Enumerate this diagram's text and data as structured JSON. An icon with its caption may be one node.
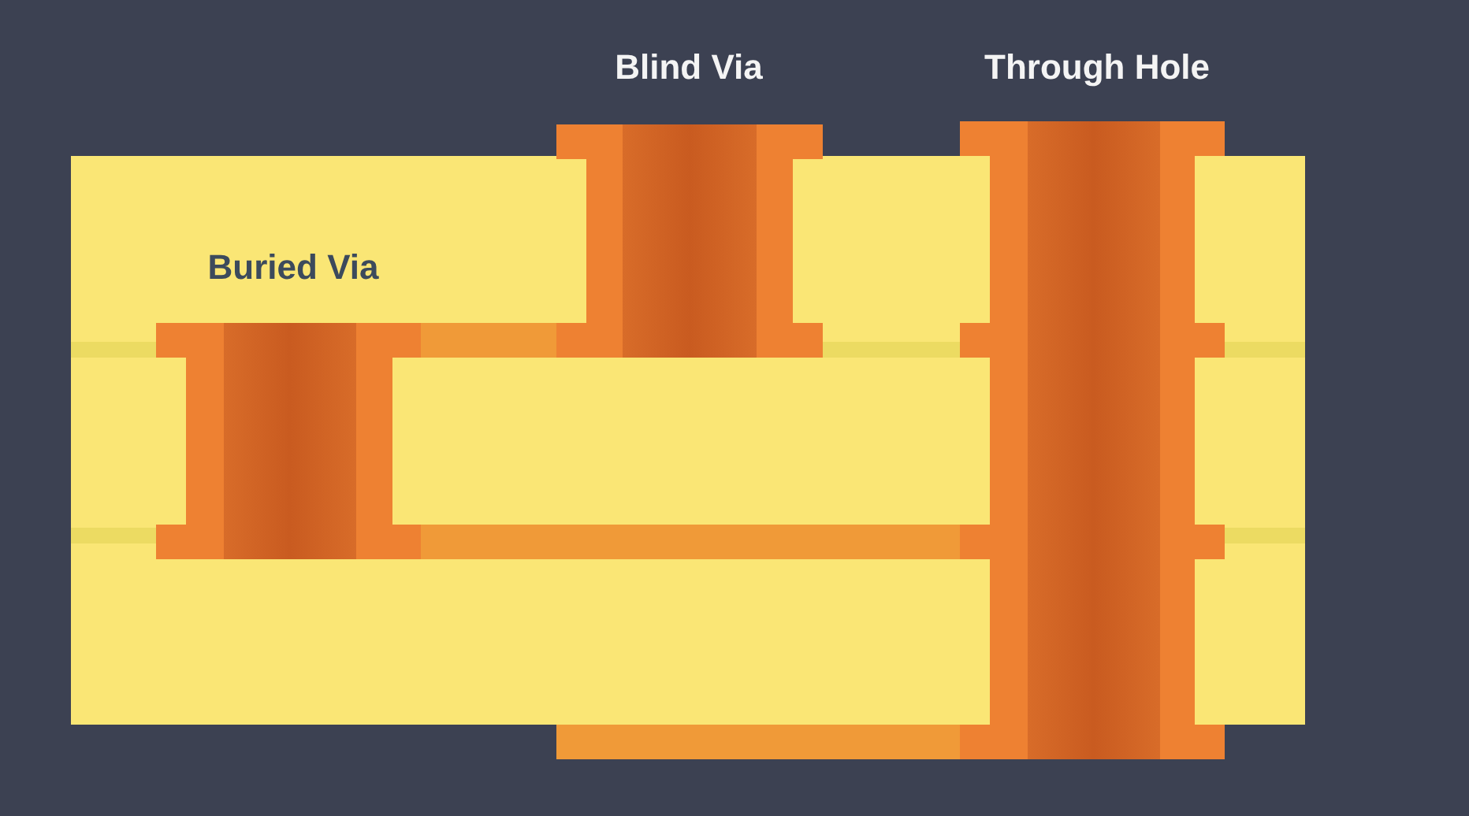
{
  "diagram": {
    "labels": [
      "Blind Via",
      "Through Hole",
      "Buried Via"
    ]
  }
}
